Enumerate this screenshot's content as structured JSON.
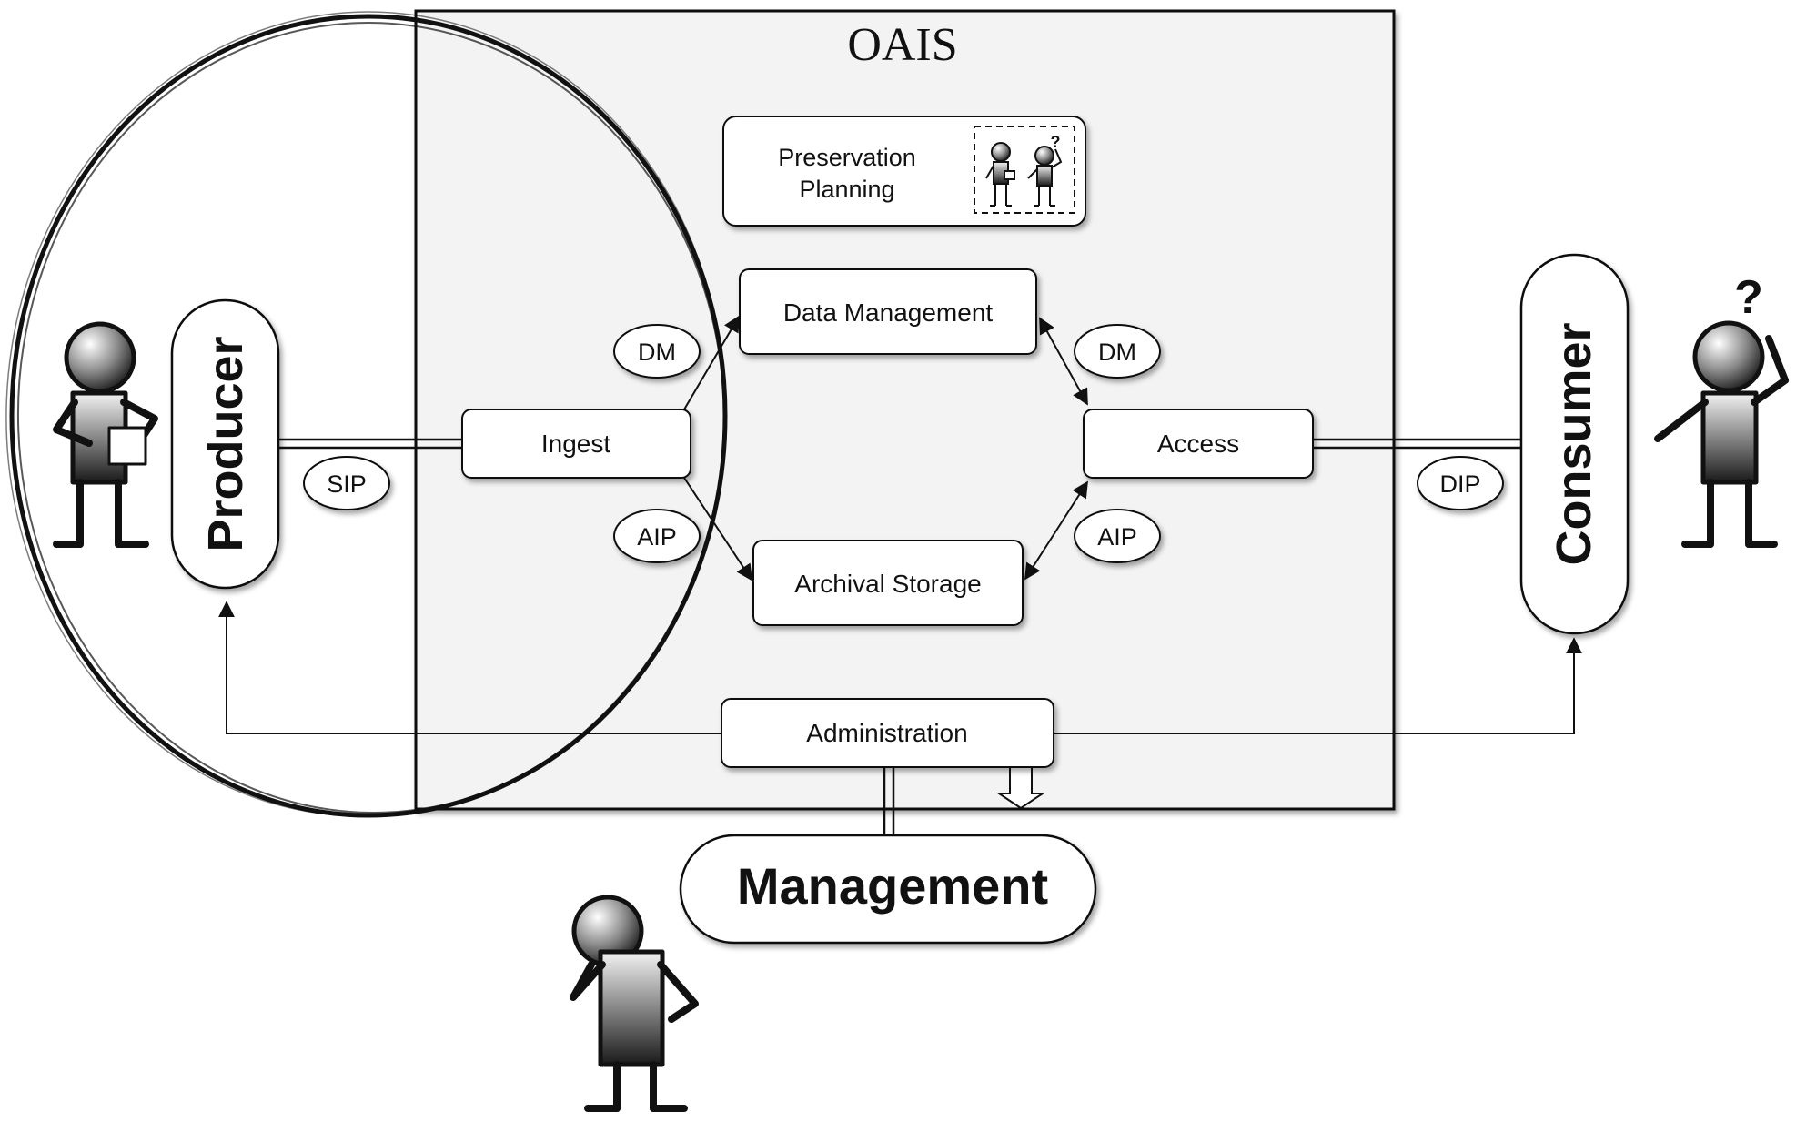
{
  "title": "OAIS",
  "functions": {
    "preservation_planning": [
      "Preservation",
      "Planning"
    ],
    "data_management": "Data Management",
    "ingest": "Ingest",
    "access": "Access",
    "archival_storage": "Archival Storage",
    "administration": "Administration"
  },
  "actors": {
    "producer": "Producer",
    "consumer": "Consumer",
    "management": "Management"
  },
  "packages": {
    "sip": "SIP",
    "dip": "DIP",
    "dm_left": "DM",
    "dm_right": "DM",
    "aip_left": "AIP",
    "aip_right": "AIP"
  },
  "question_mark": "?",
  "colors": {
    "oais_fill": "#f3f3f3",
    "stroke": "#111111",
    "figure_gradient_light": "#f2f2f2",
    "figure_gradient_dark": "#1a1a1a"
  }
}
